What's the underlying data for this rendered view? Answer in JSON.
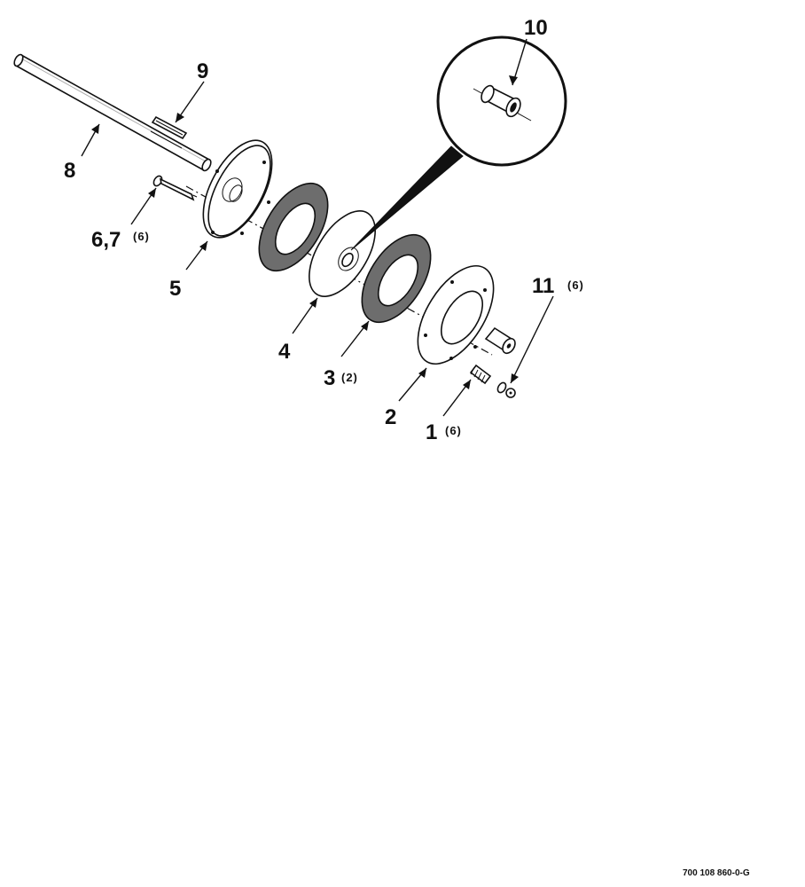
{
  "callouts": [
    {
      "id": "c1",
      "number": "1",
      "qty": "(6)"
    },
    {
      "id": "c2",
      "number": "2",
      "qty": ""
    },
    {
      "id": "c3",
      "number": "3",
      "qty": "(2)"
    },
    {
      "id": "c4",
      "number": "4",
      "qty": ""
    },
    {
      "id": "c5",
      "number": "5",
      "qty": ""
    },
    {
      "id": "c67",
      "number": "6,7",
      "qty": "(6)"
    },
    {
      "id": "c8",
      "number": "8",
      "qty": ""
    },
    {
      "id": "c9",
      "number": "9",
      "qty": ""
    },
    {
      "id": "c10",
      "number": "10",
      "qty": ""
    },
    {
      "id": "c11",
      "number": "11",
      "qty": "(6)"
    }
  ],
  "reference_code": "700 108 860-0-G"
}
